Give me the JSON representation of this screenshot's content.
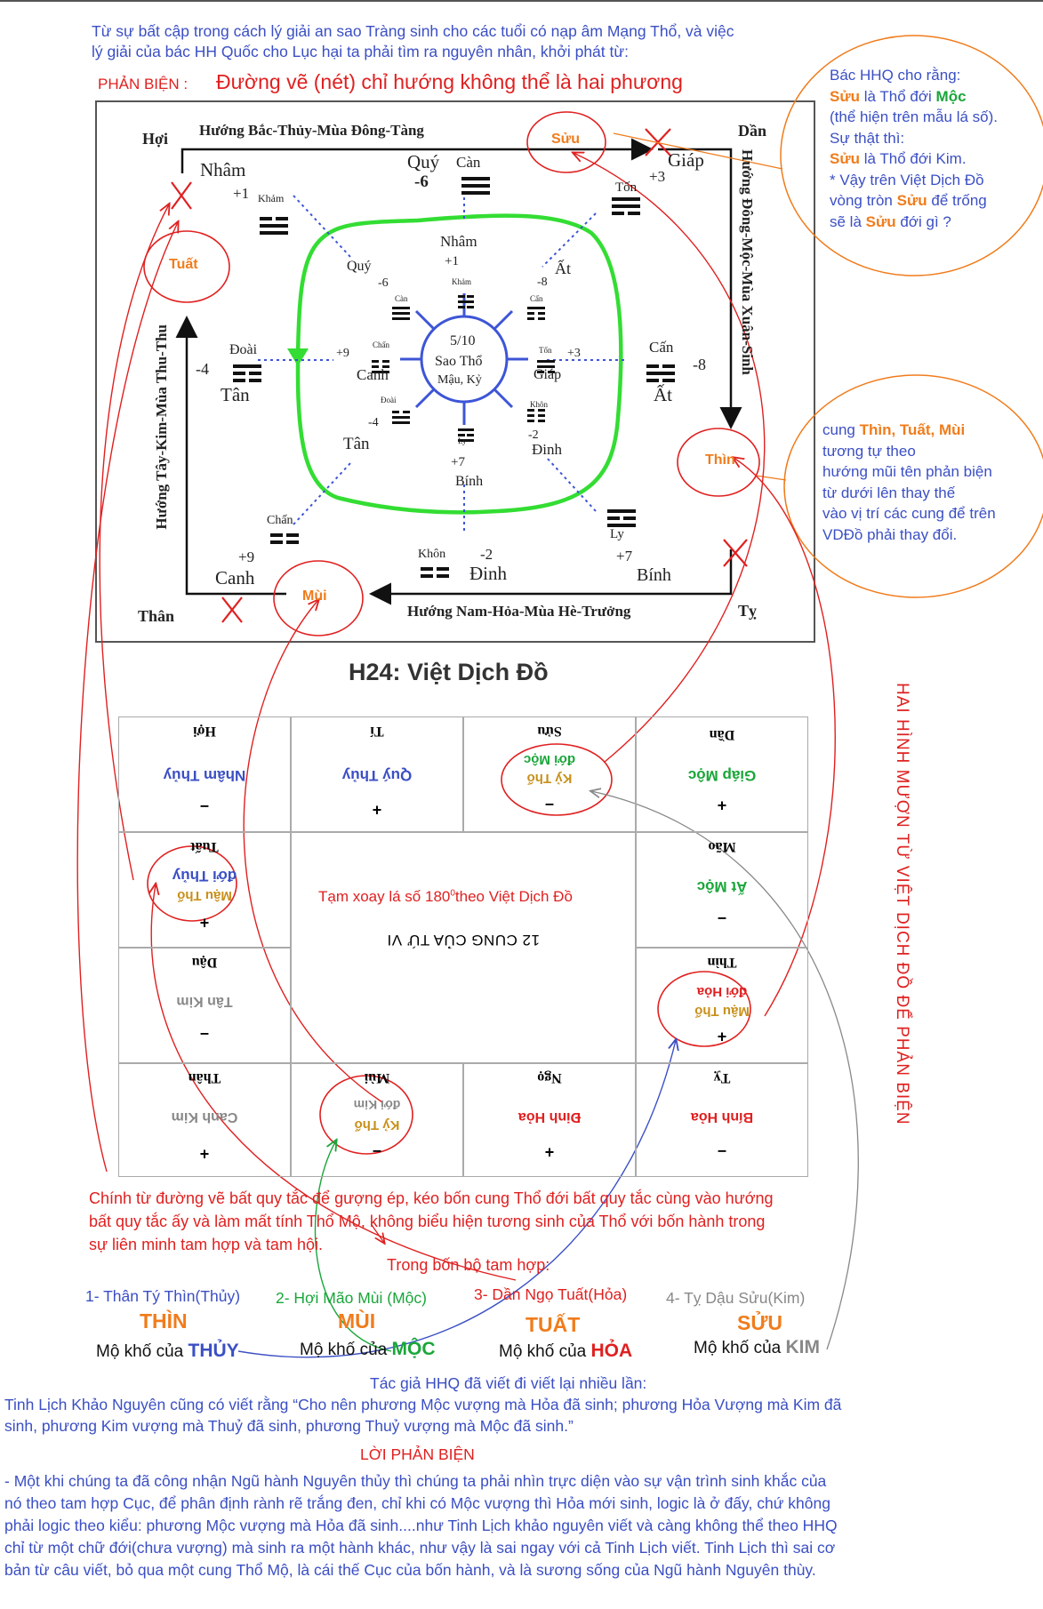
{
  "intro": {
    "line1": "Từ sự bất cập trong cách lý giải an sao Tràng sinh cho các tuổi có nạp âm Mạng Thổ, và việc",
    "line2": "lý giải của bác HH Quốc cho Lục hại ta phải tìm ra nguyên nhân, khởi phát từ:",
    "label": "PHẢN BIỆN :",
    "title": "Đường vẽ (nét) chỉ hướng không thể là hai phương"
  },
  "diagram": {
    "corner_hoi": "Hợi",
    "corner_dan": "Dần",
    "corner_than": "Thân",
    "corner_ty": "Tỵ",
    "dir_top": "Hướng Bắc-Thủy-Mùa Đông-Tàng",
    "dir_right": "Hướng Đông-Mộc-Mùa Xuân-Sinh",
    "dir_bottom": "Hướng Nam-Hỏa-Mùa Hè-Trưởng",
    "dir_left": "Hướng Tây-Kim-Mùa Thu-Thu",
    "outer": {
      "nham": "Nhâm",
      "nham_num": "+1",
      "khan": "Khảm",
      "quy": "Quý",
      "quy_num": "-6",
      "can": "Càn",
      "giap": "Giáp",
      "giap_num": "+3",
      "ton": "Tốn",
      "doai": "Đoài",
      "doai_num": "-4",
      "tan": "Tân",
      "can2": "Cấn",
      "can2_num": "-8",
      "at": "Ất",
      "chan": "Chấn",
      "canh": "Canh",
      "canh_num": "+9",
      "khon": "Khôn",
      "dinh": "Đinh",
      "dinh_num": "-2",
      "ly": "Ly",
      "binh": "Bính",
      "binh_num": "+7"
    },
    "inner": {
      "nham": "Nhâm",
      "nham_num": "+1",
      "khan": "Khảm",
      "quy": "Quý",
      "quy_num": "-6",
      "can": "Càn",
      "at": "Ất",
      "at_num": "-8",
      "can2": "Cấn",
      "canh_num": "+9",
      "chan": "Chấn",
      "canh": "Canh",
      "giap_num": "+3",
      "ton": "Tốn",
      "giap": "Giáp",
      "doai": "Đoài",
      "tan_num": "-4",
      "tan": "Tân",
      "khon": "Khôn",
      "dinh_num": "-2",
      "dinh": "Đinh",
      "ly": "Ly",
      "binh_num": "+7",
      "binh": "Bính",
      "center1": "5/10",
      "center2": "Sao Thổ",
      "center3": "Mậu, Kỷ"
    },
    "circles": {
      "suu": "Sửu",
      "tuat": "Tuất",
      "thin": "Thìn",
      "mui": "Mùi"
    }
  },
  "bubble_right1": {
    "l1": "Bác HHQ cho rằng:",
    "l2a": "Sửu",
    "l2b": " là Thổ đới ",
    "l2c": "Mộc",
    "l3": "(thể hiện trên mẫu lá số).",
    "l4": "Sự thật thì:",
    "l5a": "Sửu",
    "l5b": " là Thổ đới Kim.",
    "l6": "* Vậy trên Việt Dịch Đồ",
    "l7a": "vòng tròn ",
    "l7b": "Sửu",
    "l7c": " để trống",
    "l8a": "sẽ là ",
    "l8b": "Sửu",
    "l8c": " đới gì ?"
  },
  "bubble_right2": {
    "l1a": "cung ",
    "l1b": "Thìn, Tuất, Mùi",
    "l2": "tương tự theo",
    "l3": "hướng mũi tên phản biện",
    "l4": "từ dưới lên thay thế",
    "l5": "vào vị trí các cung để trên",
    "l6": "VDĐồ phải thay đổi."
  },
  "h24": {
    "title": "H24: Việt Dịch Đồ",
    "center_note": "Tạm xoay lá số 180",
    "center_note_sup": "0",
    "center_note_tail": "theo Việt Dịch Đồ",
    "center_label": "12 CUNG CỦA TỨ VI",
    "cells": {
      "hoi": {
        "name": "Hợi",
        "el": "Nhâm Thủy",
        "sign": "–"
      },
      "ti": {
        "name": "Tí",
        "el": "Quý Thủy",
        "sign": "+"
      },
      "suu": {
        "name": "Sửu",
        "l1": "Kỷ Thổ",
        "l2": "đới Mộc",
        "sign": "–"
      },
      "dan": {
        "name": "Dần",
        "el": "Giáp Mộc",
        "sign": "+"
      },
      "tuat": {
        "name": "Tuất",
        "l1": "Mậu Thổ",
        "l2": "đới Thủy",
        "sign": "+"
      },
      "mao": {
        "name": "Mão",
        "el": "Ất Mộc",
        "sign": "–"
      },
      "dau": {
        "name": "Dậu",
        "el": "Tân Kim",
        "sign": "–"
      },
      "thin": {
        "name": "Thìn",
        "l1": "Mậu Thổ",
        "l2": "đới Hỏa",
        "sign": "+"
      },
      "than": {
        "name": "Thân",
        "el": "Canh Kim",
        "sign": "+"
      },
      "mui": {
        "name": "Mùi",
        "l1": "Kỷ Thổ",
        "l2": "đới Kim",
        "sign": "–"
      },
      "ngo": {
        "name": "Ngọ",
        "el": "Đinh Hỏa",
        "sign": "+"
      },
      "ty": {
        "name": "Tỵ",
        "el": "Bính Hỏa",
        "sign": "–"
      }
    }
  },
  "vertical_note": "HAI HÌNH MƯỢN TỪ VIỆT DỊCH ĐỒ ĐỂ PHẢN BIỆN",
  "bottom_para": {
    "l1": "Chính từ đường vẽ bất quy tắc để gượng ép, kéo bốn cung Thổ đới bất quy tắc cùng vào hướng",
    "l2": "bất quy tắc ấy và làm mất tính Thổ Mộ, không biểu hiện tương sinh của Thổ với bốn hành trong",
    "l3": "sự liên minh tam hợp và tam hội.",
    "l4": "Trong bốn bộ tam hợp:"
  },
  "triads": [
    {
      "name": "1- Thân Tý Thìn(Thủy)",
      "big": "THÌN",
      "mo": "Mộ khố của ",
      "el": "THỦY",
      "color": "#3b4fc4",
      "bigcolor": "#f07c1c"
    },
    {
      "name": "2- Hợi Mão Mùi (Mộc)",
      "big": "MÙI",
      "mo": "Mộ khố của ",
      "el": "MỘC",
      "color": "#1aa63a",
      "bigcolor": "#f07c1c"
    },
    {
      "name": "3- Dần Ngọ Tuất(Hỏa)",
      "big": "TUẤT",
      "mo": "Mộ khố của ",
      "el": "HỎA",
      "color": "#e02020",
      "bigcolor": "#f07c1c"
    },
    {
      "name": "4- Tỵ Dậu Sửu(Kim)",
      "big": "SỬU",
      "mo": "Mộ khố của ",
      "el": "KIM",
      "color": "#888888",
      "bigcolor": "#f07c1c"
    }
  ],
  "author": "Tác giả HHQ đã viết đi viết lại nhiều lần:",
  "quote": {
    "l1": "Tinh Lịch Khảo Nguyên cũng có viết rằng “Cho nên phương Mộc vượng mà Hỏa đã sinh; phương Hỏa Vượng mà Kim đã",
    "l2": "sinh, phương Kim vượng mà Thuỷ đã sinh, phương Thuỷ vượng mà Mộc đã sinh.”"
  },
  "loi_phan_bien": "LỜI PHẢN BIỆN",
  "final": {
    "l1": "- Một khi chúng ta đã công nhận Ngũ hành Nguyên thủy thì chúng ta phải nhìn trực diện vào sự vận trình sinh khắc của",
    "l2": "nó theo tam hợp Cục, để phân định rành rẽ trắng đen, chỉ khi có Mộc vượng thì Hỏa mới sinh, logic là ở đấy, chứ không",
    "l3": "phải logic theo kiểu: phương Mộc vượng mà Hỏa đã sinh....như Tinh Lịch khảo nguyên viết và càng không thể theo HHQ",
    "l4": "chỉ từ một chữ đới(chưa vượng) mà sinh ra một hành khác, như vậy là sai ngay với cả Tinh Lịch viết.  Tinh Lịch thì sai cơ",
    "l5": "bản từ câu viết, bỏ qua một cung Thổ Mộ, là cái thế Cục của bốn hành, và là sương sống của Ngũ hành Nguyên thùy."
  },
  "colors": {
    "blue": "#3b4fc4",
    "red": "#e02020",
    "orange": "#f07c1c",
    "green": "#1aa63a",
    "gray": "#888888",
    "loop_green": "#33dd33"
  }
}
